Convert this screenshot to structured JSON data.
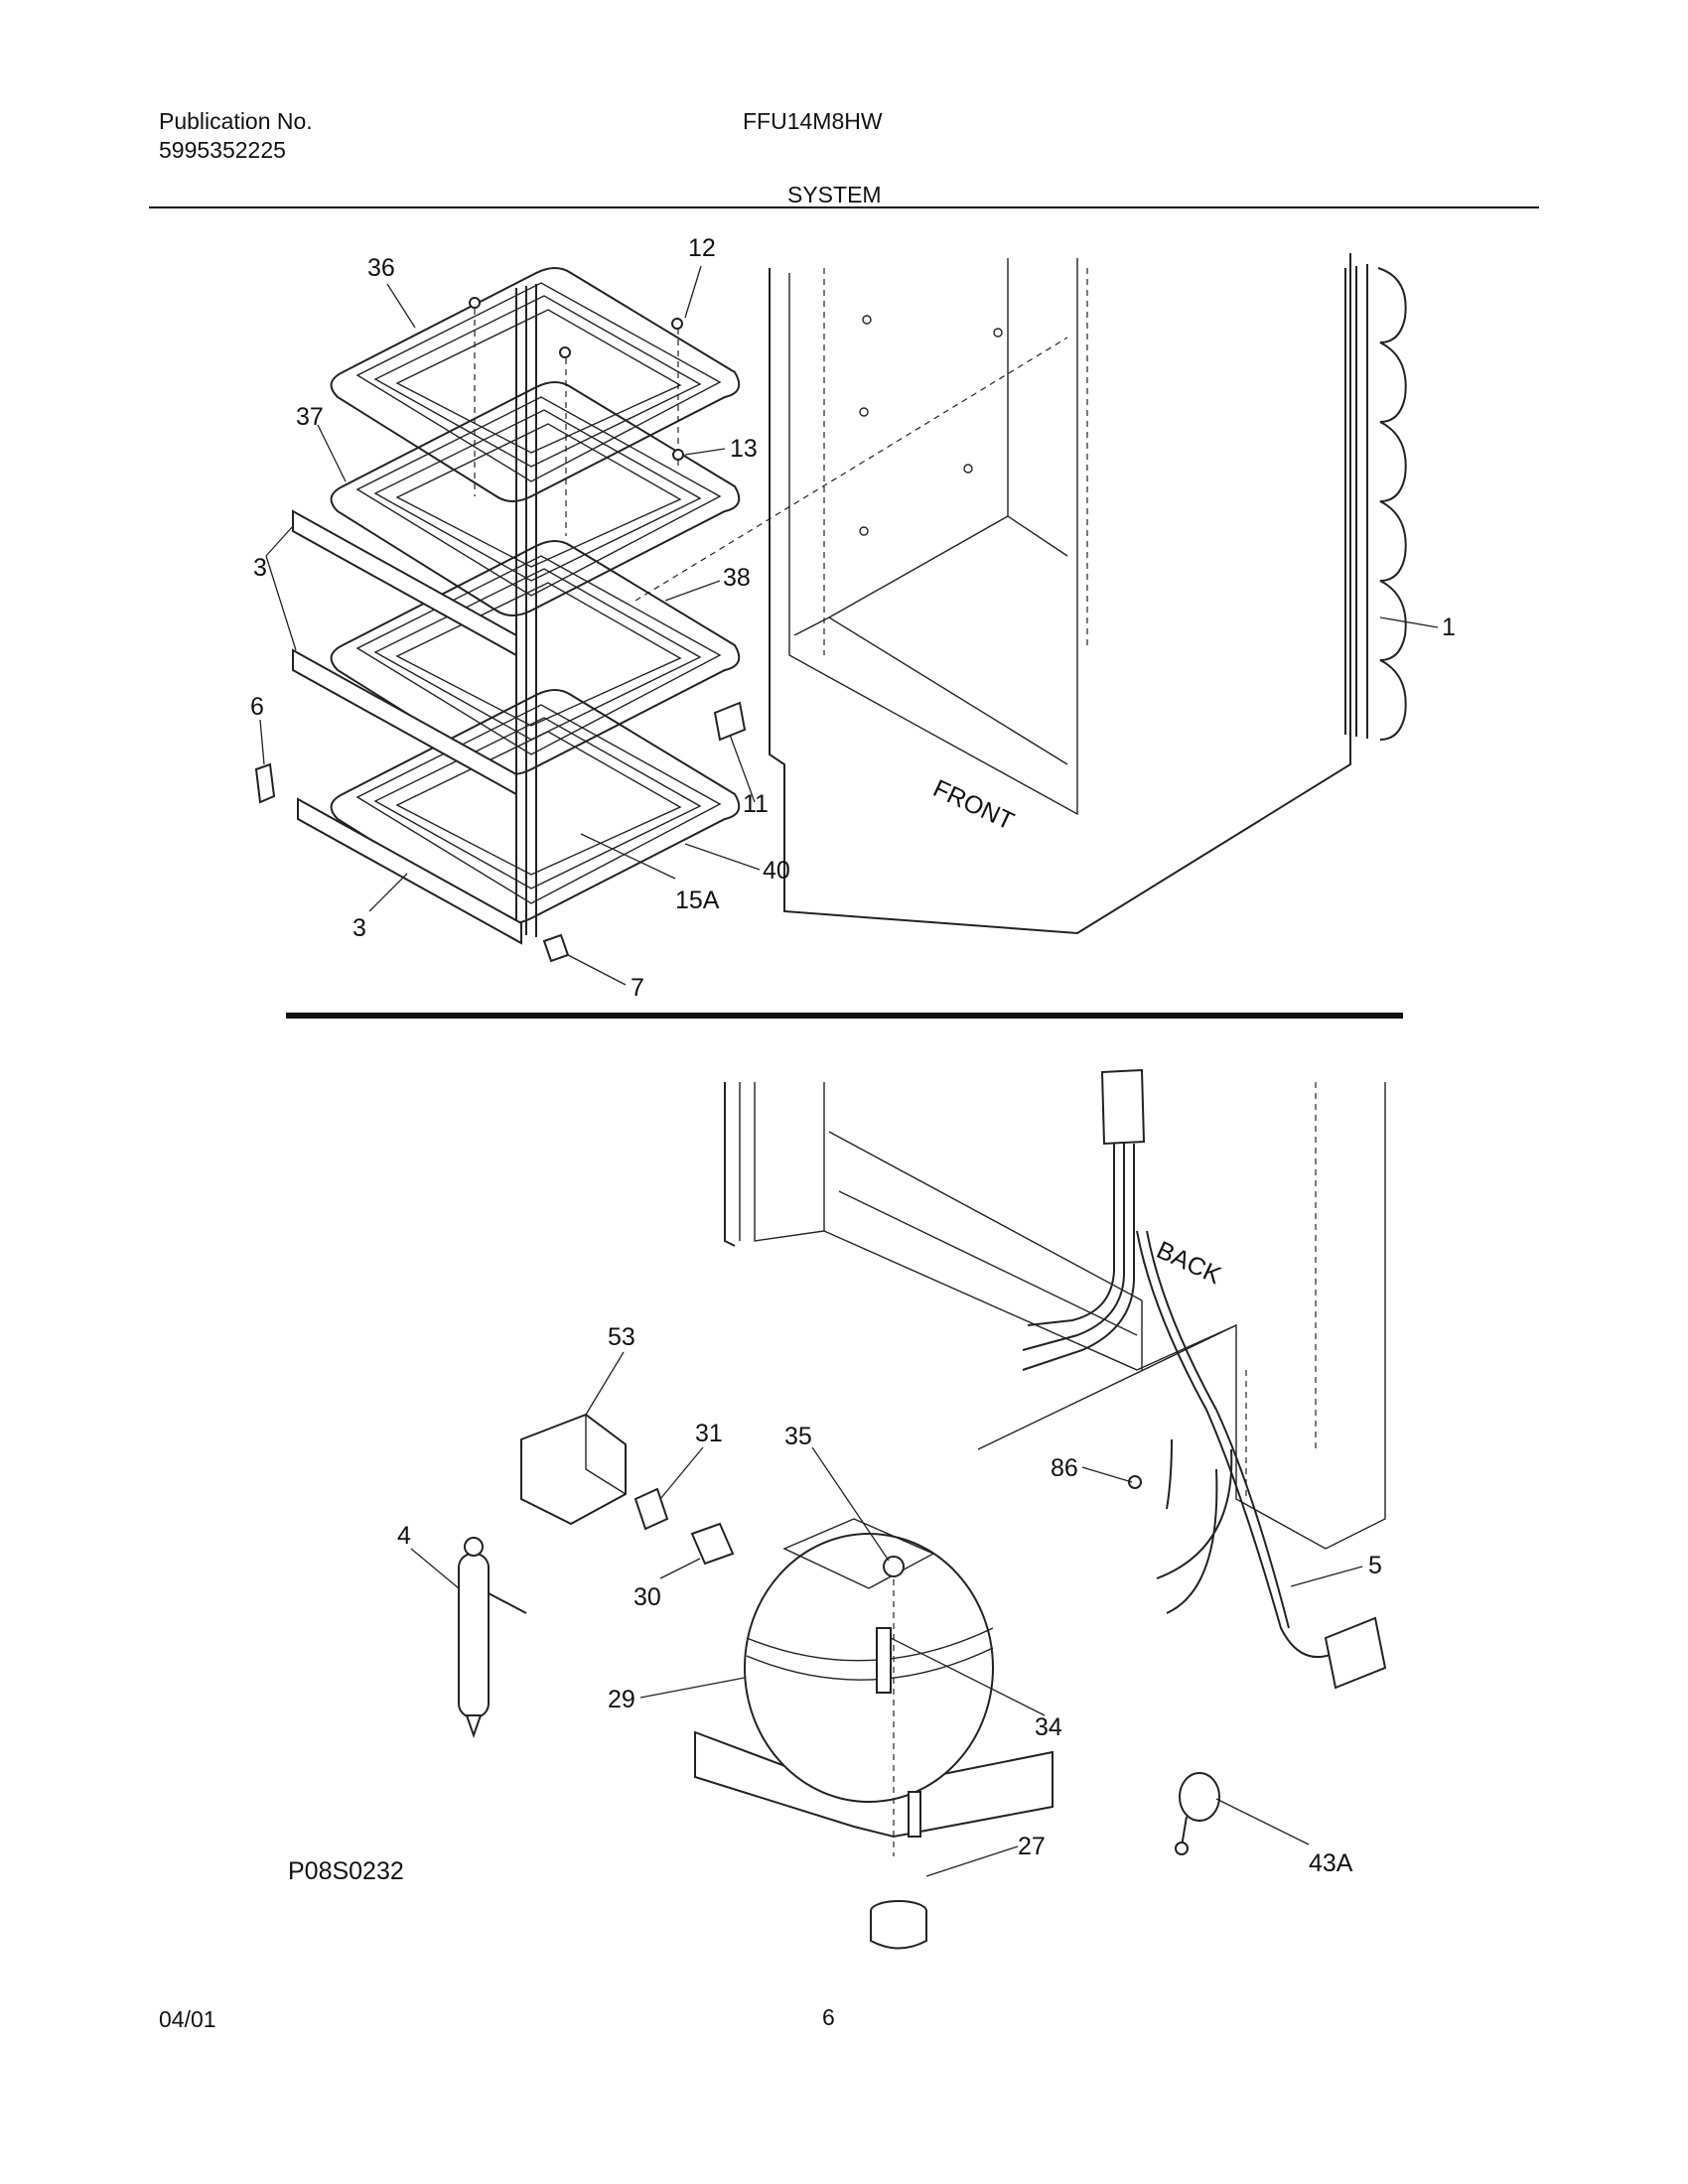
{
  "header": {
    "publication_label": "Publication No.",
    "publication_number": "5995352225",
    "model": "FFU14M8HW",
    "section": "SYSTEM"
  },
  "footer": {
    "date": "04/01",
    "page": "6",
    "drawing_code": "P08S0232"
  },
  "cabinet_labels": {
    "front": "FRONT",
    "back": "BACK"
  },
  "callouts": {
    "c36": "36",
    "c12": "12",
    "c37": "37",
    "c13": "13",
    "c3a": "3",
    "c38": "38",
    "c1": "1",
    "c3b": "3",
    "c6": "6",
    "c11": "11",
    "c40": "40",
    "c15A": "15A",
    "c3c": "3",
    "c7": "7",
    "c53": "53",
    "c31": "31",
    "c35": "35",
    "c86": "86",
    "c4": "4",
    "c30": "30",
    "c5": "5",
    "c29": "29",
    "c34": "34",
    "c27": "27",
    "c43A": "43A"
  }
}
